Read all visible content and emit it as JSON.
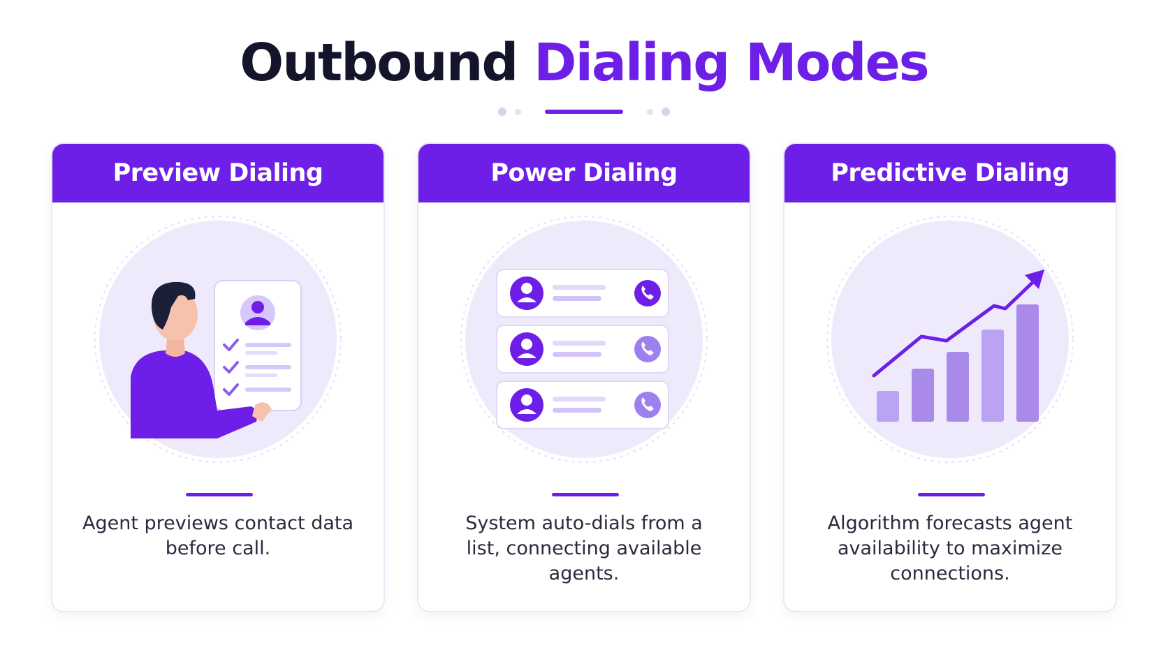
{
  "title": {
    "main": "Outbound",
    "accent": "Dialing Modes"
  },
  "colors": {
    "brand": "#6d1fe8",
    "heading": "#14142b",
    "circle_bg": "#efeafb",
    "light_purple": "#b9a3f2",
    "bar_purple": "#a98ae9"
  },
  "cards": [
    {
      "heading": "Preview Dialing",
      "description": "Agent previews contact data before call.",
      "icons": [
        "agent-person-icon",
        "contact-card-icon",
        "checkmark-icon"
      ]
    },
    {
      "heading": "Power Dialing",
      "description": "System auto-dials from a list, connecting available agents.",
      "icons": [
        "contact-row-icon",
        "phone-icon"
      ]
    },
    {
      "heading": "Predictive Dialing",
      "description": "Algorithm forecasts agent availability to maximize connections.",
      "icons": [
        "bar-chart-icon",
        "trend-arrow-icon"
      ]
    }
  ]
}
